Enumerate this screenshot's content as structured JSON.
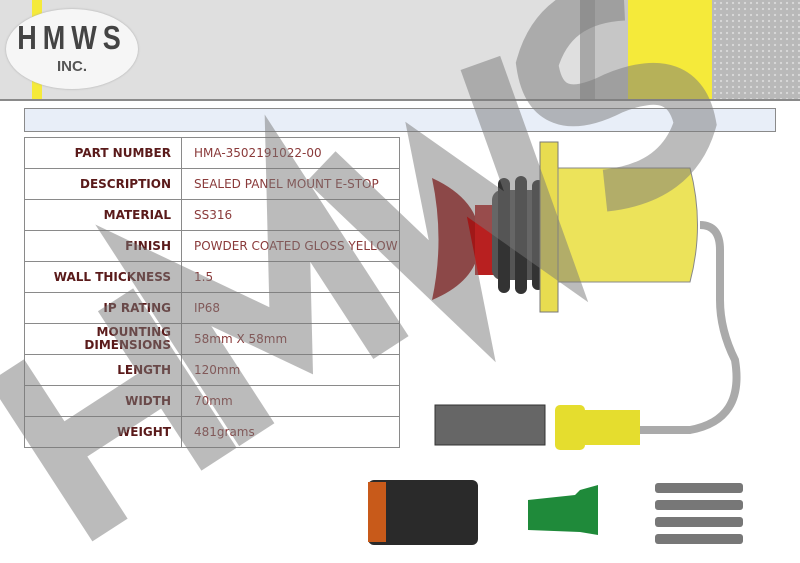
{
  "logo": {
    "name": "HMWS",
    "sub": "INC."
  },
  "specs": [
    {
      "label": "PART NUMBER",
      "value": "HMA-3502191022-00"
    },
    {
      "label": "DESCRIPTION",
      "value": "SEALED PANEL MOUNT E-STOP"
    },
    {
      "label": "MATERIAL",
      "value": "SS316"
    },
    {
      "label": "FINISH",
      "value": "POWDER COATED GLOSS YELLOW"
    },
    {
      "label": "WALL THICKNESS",
      "value": "1.5"
    },
    {
      "label": "IP RATING",
      "value": "IP68"
    },
    {
      "label": "MOUNTING DIMENSIONS",
      "value": "58mm X 58mm"
    },
    {
      "label": "LENGTH",
      "value": "120mm"
    },
    {
      "label": "WIDTH",
      "value": "70mm"
    },
    {
      "label": "WEIGHT",
      "value": "481grams"
    }
  ],
  "watermark": "HMWS",
  "colors": {
    "yellow": "#f5ea3a",
    "label": "#5a1a1a",
    "value": "#8a3a3a"
  }
}
